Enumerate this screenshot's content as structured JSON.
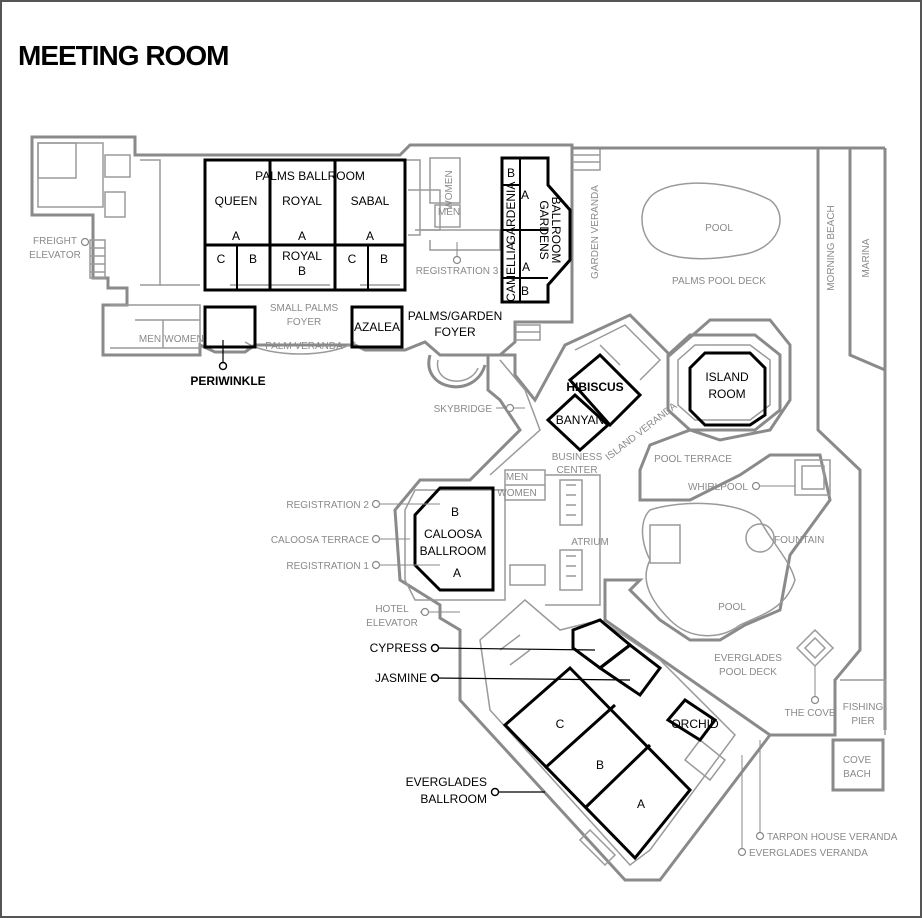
{
  "title": "MEETING ROOM",
  "rooms": {
    "palms_ballroom": "PALMS BALLROOM",
    "queen": "QUEEN",
    "royal": "ROYAL",
    "sabal": "SABAL",
    "a": "A",
    "b": "B",
    "c": "C",
    "royal_b": "ROYAL",
    "gardenia": "GARDENIA",
    "camellia": "CAMELLIA",
    "gardens_ballroom_1": "GARDENS",
    "gardens_ballroom_2": "BALLROOM",
    "palms_garden_foyer_1": "PALMS/GARDEN",
    "palms_garden_foyer_2": "FOYER",
    "azalea": "AZALEA",
    "periwinkle": "PERIWINKLE",
    "hibiscus": "HIBISCUS",
    "banyan": "BANYAN",
    "island_room_1": "ISLAND",
    "island_room_2": "ROOM",
    "caloosa_1": "CALOOSA",
    "caloosa_2": "BALLROOM",
    "cypress": "CYPRESS",
    "jasmine": "JASMINE",
    "orchid": "ORCHID",
    "everglades_1": "EVERGLADES",
    "everglades_2": "BALLROOM"
  },
  "labels": {
    "freight_elevator_1": "FREIGHT",
    "freight_elevator_2": "ELEVATOR",
    "women": "WOMEN",
    "men": "MEN",
    "registration_3": "REGISTRATION 3",
    "garden_veranda": "GARDEN VERANDA",
    "small_palms_foyer_1": "SMALL PALMS",
    "small_palms_foyer_2": "FOYER",
    "palm_veranda": "PALM VERANDA",
    "pool": "POOL",
    "palms_pool_deck": "PALMS POOL DECK",
    "morning_beach": "MORNING BEACH",
    "marina": "MARINA",
    "skybridge": "SKYBRIDGE",
    "island_veranda": "ISLAND VERANDA",
    "business_center_1": "BUSINESS",
    "business_center_2": "CENTER",
    "pool_terrace": "POOL TERRACE",
    "whirlpool": "WHIRLPOOL",
    "registration_2": "REGISTRATION 2",
    "caloosa_terrace": "CALOOSA TERRACE",
    "registration_1": "REGISTRATION 1",
    "atrium": "ATRIUM",
    "fountain": "FOUNTAIN",
    "hotel_elevator_1": "HOTEL",
    "hotel_elevator_2": "ELEVATOR",
    "everglades_pool_deck_1": "EVERGLADES",
    "everglades_pool_deck_2": "POOL DECK",
    "the_cove": "THE COVE",
    "fishing_pier_1": "FISHING",
    "fishing_pier_2": "PIER",
    "cove_bach_1": "COVE",
    "cove_bach_2": "BACH",
    "tarpon_house_veranda": "TARPON HOUSE VERANDA",
    "everglades_veranda": "EVERGLADES VERANDA"
  }
}
